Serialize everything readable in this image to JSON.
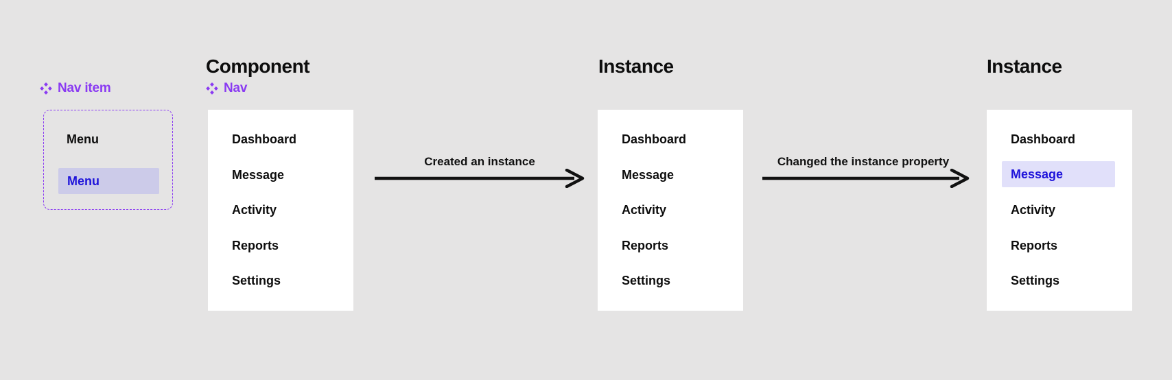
{
  "colors": {
    "canvas_bg": "#e5e4e4",
    "panel_bg": "#ffffff",
    "accent_purple": "#8a3af2",
    "selected_blue": "#1e13da",
    "highlight_on_canvas": "#cccbe9",
    "highlight_on_panel": "#e1e0fa",
    "text_primary": "#0d0d0d"
  },
  "master": {
    "tag_label": "Nav item",
    "tag_icon": "component-diamonds-icon",
    "rows": [
      {
        "label": "Menu",
        "state": "default"
      },
      {
        "label": "Menu",
        "state": "selected"
      }
    ]
  },
  "frames": [
    {
      "title": "Component",
      "tag_label": "Nav",
      "tag_icon": "component-diamonds-icon",
      "items": [
        "Dashboard",
        "Message",
        "Activity",
        "Reports",
        "Settings"
      ],
      "selected_item": null
    },
    {
      "title": "Instance",
      "items": [
        "Dashboard",
        "Message",
        "Activity",
        "Reports",
        "Settings"
      ],
      "selected_item": null
    },
    {
      "title": "Instance",
      "items": [
        "Dashboard",
        "Message",
        "Activity",
        "Reports",
        "Settings"
      ],
      "selected_item": "Message"
    }
  ],
  "arrows": [
    {
      "label": "Created an instance"
    },
    {
      "label": "Changed the instance property"
    }
  ]
}
